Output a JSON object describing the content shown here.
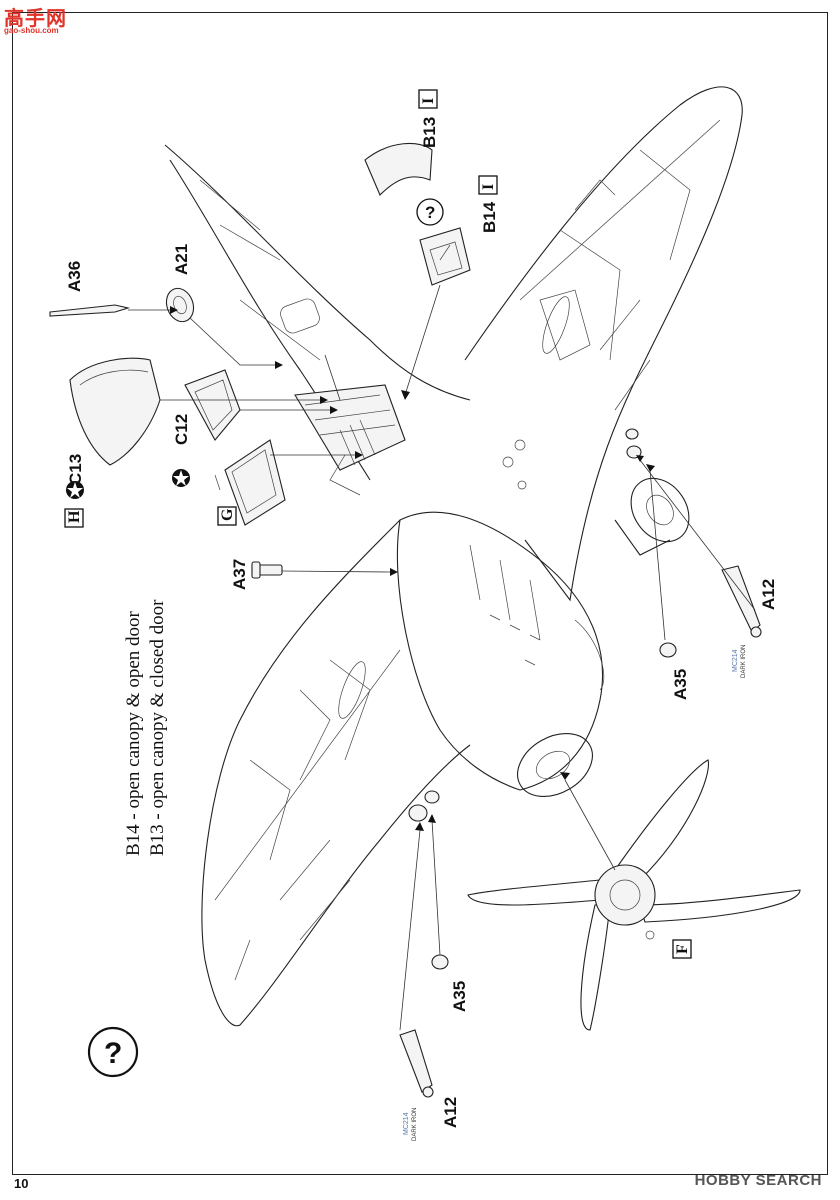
{
  "page": {
    "number": "10",
    "watermark_top": {
      "title": "高手网",
      "url": "gao-shou.com"
    },
    "watermark_bottom": "HOBBY SEARCH"
  },
  "legend": {
    "line1": "B14 - open canopy & open door",
    "line2": "B13 - open canopy & closed door"
  },
  "option_symbol": "?",
  "parts": {
    "b13": "B13",
    "b14": "B14",
    "a36": "A36",
    "a21": "A21",
    "c13": "C13",
    "c12": "C12",
    "a37": "A37",
    "a12_right": "A12",
    "a35_right": "A35",
    "a35_left": "A35",
    "a12_left": "A12"
  },
  "sprue_boxes": {
    "b13_sprue": "I",
    "b14_sprue": "I",
    "c13_sprue": "H",
    "c12_sprue": "G",
    "prop_sprue": "F"
  },
  "color_callouts": {
    "right_code": "MC214",
    "right_name": "DARK IRON",
    "left_code": "MC214",
    "left_name": "DARK IRON"
  },
  "icons": {
    "option_circle": "question-mark-circle-icon",
    "clear_part": "star-circle-icon"
  }
}
